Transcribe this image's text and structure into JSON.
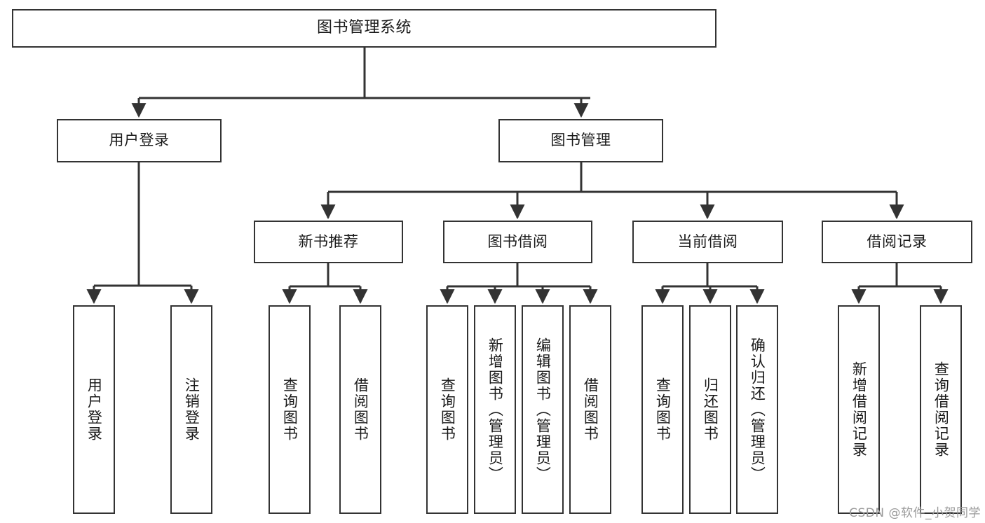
{
  "diagram": {
    "type": "tree",
    "title": "图书管理系统",
    "colors": {
      "box_border": "#333333",
      "box_fill": "#ffffff",
      "connector": "#333333",
      "text": "#1a1a1a",
      "watermark": "#9a9a9a",
      "background": "#ffffff"
    },
    "root": {
      "label": "图书管理系统",
      "orientation": "horizontal"
    },
    "level2": [
      {
        "label": "用户登录",
        "orientation": "horizontal"
      },
      {
        "label": "图书管理",
        "orientation": "horizontal"
      }
    ],
    "level3": [
      {
        "label": "新书推荐",
        "orientation": "horizontal"
      },
      {
        "label": "图书借阅",
        "orientation": "horizontal"
      },
      {
        "label": "当前借阅",
        "orientation": "horizontal"
      },
      {
        "label": "借阅记录",
        "orientation": "horizontal"
      }
    ],
    "leaves": {
      "user_login": [
        {
          "label": "用户登录",
          "orientation": "vertical"
        },
        {
          "label": "注销登录",
          "orientation": "vertical"
        }
      ],
      "new_book_recommend": [
        {
          "label": "查询图书",
          "orientation": "vertical"
        },
        {
          "label": "借阅图书",
          "orientation": "vertical"
        }
      ],
      "book_borrow": [
        {
          "label": "查询图书",
          "orientation": "vertical"
        },
        {
          "label": "新增图书（管理员）",
          "orientation": "vertical"
        },
        {
          "label": "编辑图书（管理员）",
          "orientation": "vertical"
        },
        {
          "label": "借阅图书",
          "orientation": "vertical"
        }
      ],
      "current_borrow": [
        {
          "label": "查询图书",
          "orientation": "vertical"
        },
        {
          "label": "归还图书",
          "orientation": "vertical"
        },
        {
          "label": "确认归还（管理员）",
          "orientation": "vertical"
        }
      ],
      "borrow_record": [
        {
          "label": "新增借阅记录",
          "orientation": "vertical"
        },
        {
          "label": "查询借阅记录",
          "orientation": "vertical"
        }
      ]
    },
    "watermark": "CSDN @软件_小贺同学"
  }
}
